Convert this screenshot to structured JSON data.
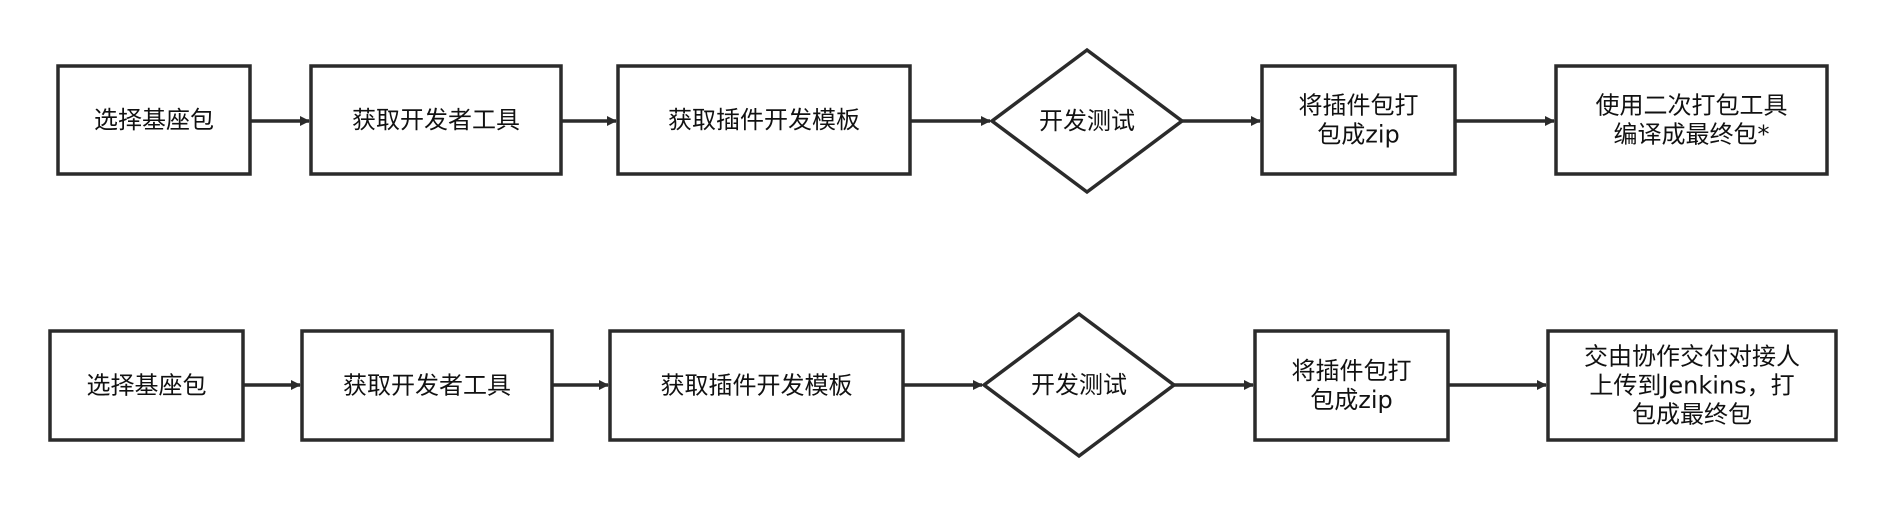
{
  "colors": {
    "stroke": "#2b2b2b",
    "fill": "#ffffff",
    "text": "#111111"
  },
  "rows": [
    {
      "nodes": [
        {
          "shape": "rect",
          "lines": [
            "选择基座包"
          ]
        },
        {
          "shape": "rect",
          "lines": [
            "获取开发者工具"
          ]
        },
        {
          "shape": "rect",
          "lines": [
            "获取插件开发模板"
          ]
        },
        {
          "shape": "diamond",
          "lines": [
            "开发测试"
          ]
        },
        {
          "shape": "rect",
          "lines": [
            "将插件包打",
            "包成zip"
          ]
        },
        {
          "shape": "rect",
          "lines": [
            "使用二次打包工具",
            "编译成最终包*"
          ]
        }
      ]
    },
    {
      "nodes": [
        {
          "shape": "rect",
          "lines": [
            "选择基座包"
          ]
        },
        {
          "shape": "rect",
          "lines": [
            "获取开发者工具"
          ]
        },
        {
          "shape": "rect",
          "lines": [
            "获取插件开发模板"
          ]
        },
        {
          "shape": "diamond",
          "lines": [
            "开发测试"
          ]
        },
        {
          "shape": "rect",
          "lines": [
            "将插件包打",
            "包成zip"
          ]
        },
        {
          "shape": "rect",
          "lines": [
            "交由协作交付对接人",
            "上传到Jenkins，打",
            "包成最终包"
          ]
        }
      ]
    }
  ]
}
